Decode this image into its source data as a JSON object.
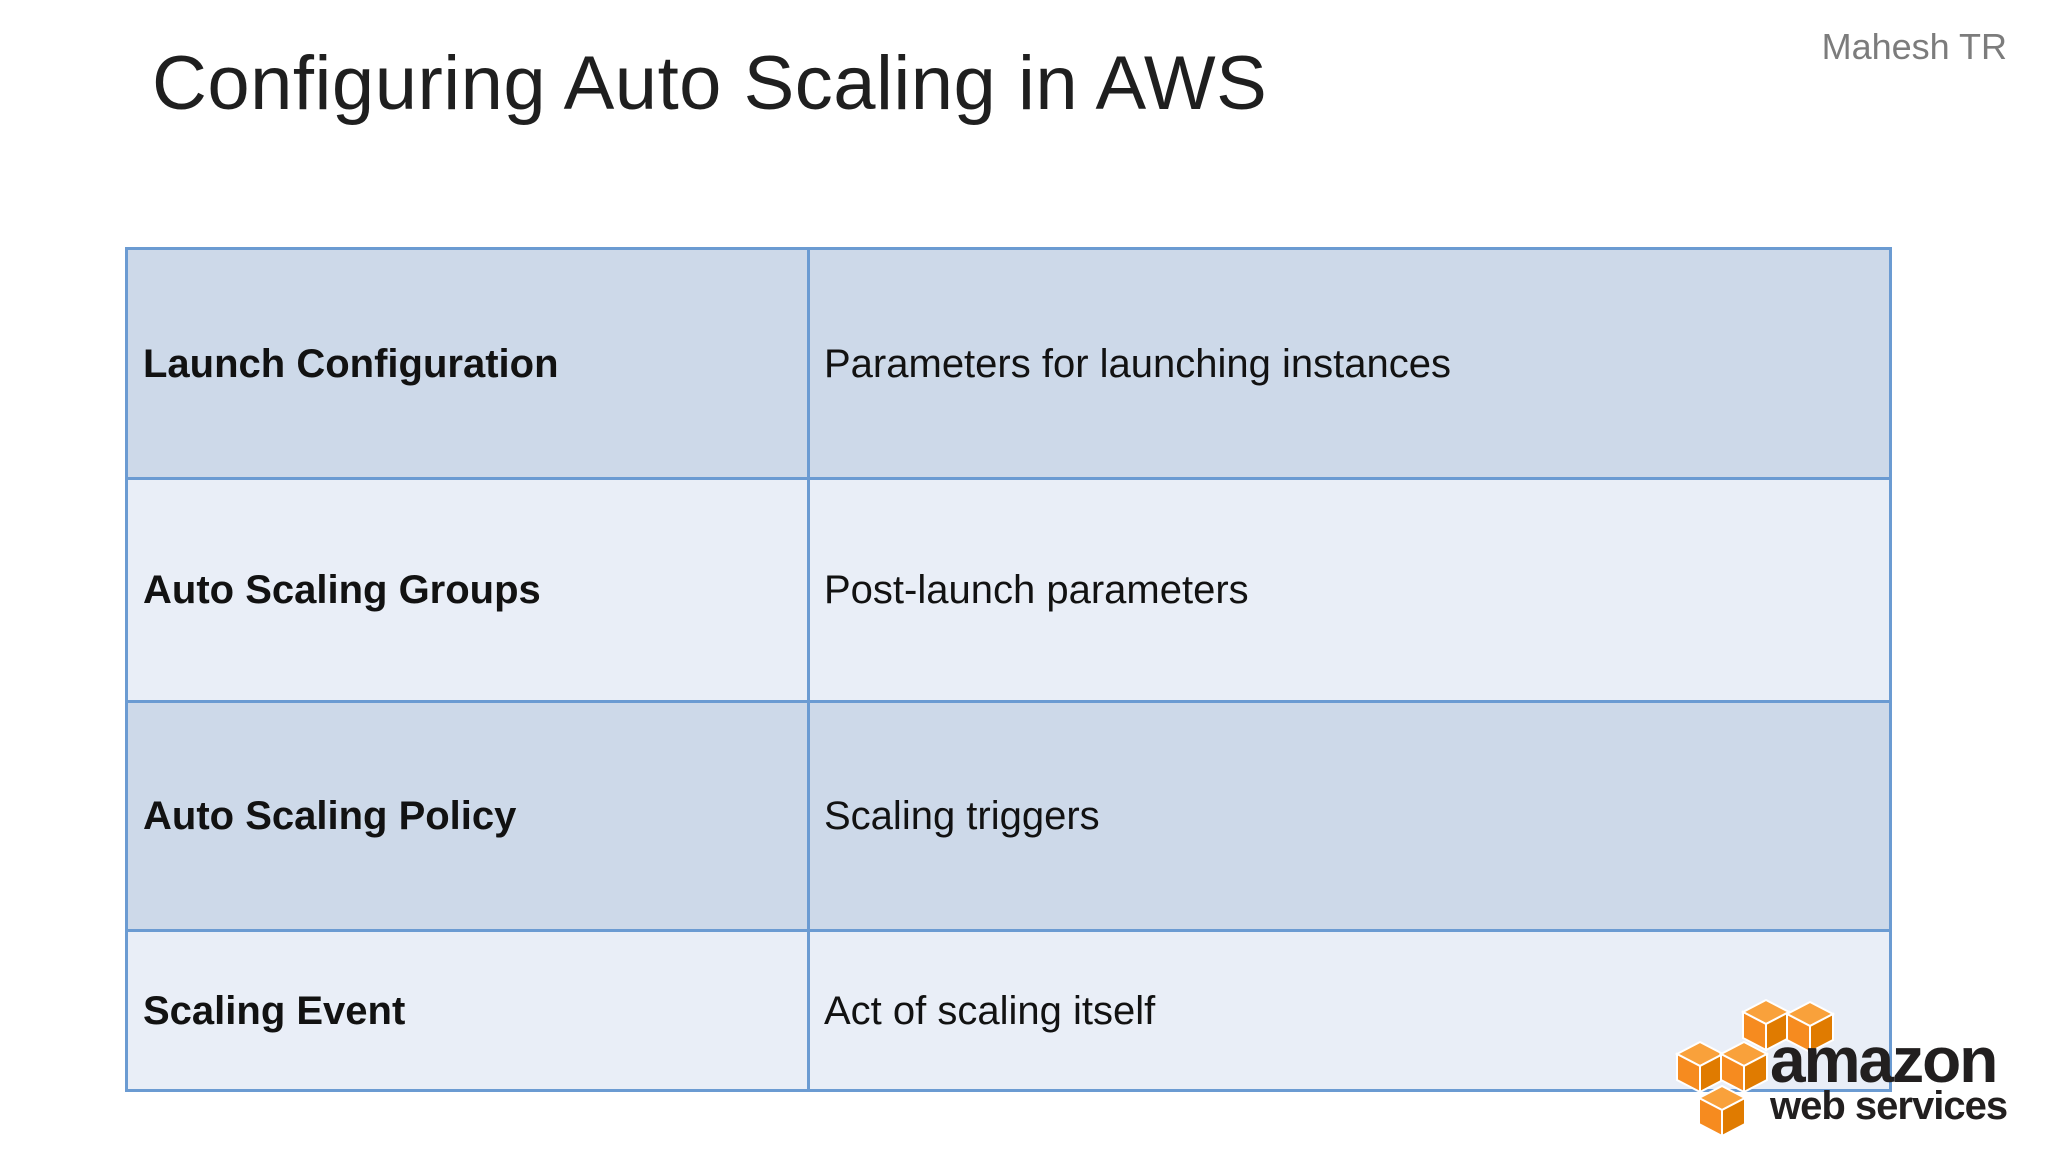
{
  "slide": {
    "title": "Configuring Auto Scaling in AWS",
    "author": "Mahesh TR"
  },
  "table": {
    "rows": [
      {
        "term": "Launch Configuration",
        "definition": "Parameters for launching instances"
      },
      {
        "term": "Auto Scaling Groups",
        "definition": "Post-launch parameters"
      },
      {
        "term": "Auto Scaling Policy",
        "definition": "Scaling triggers"
      },
      {
        "term": "Scaling Event",
        "definition": "Act of scaling itself"
      }
    ]
  },
  "logo": {
    "line1": "amazon",
    "line2": "web services"
  },
  "colors": {
    "row_dark": "#cdd9e9",
    "row_light": "#e9eef7",
    "border_color": "#6b9bd2",
    "title_color": "#1f1f1f",
    "text_color": "#121212",
    "author_color": "#7c7c7c",
    "logo_orange": "#f68b1f",
    "logo_orange_dark": "#e07b00",
    "logo_orange_light": "#f9a13b",
    "logo_text": "#221f1f"
  }
}
